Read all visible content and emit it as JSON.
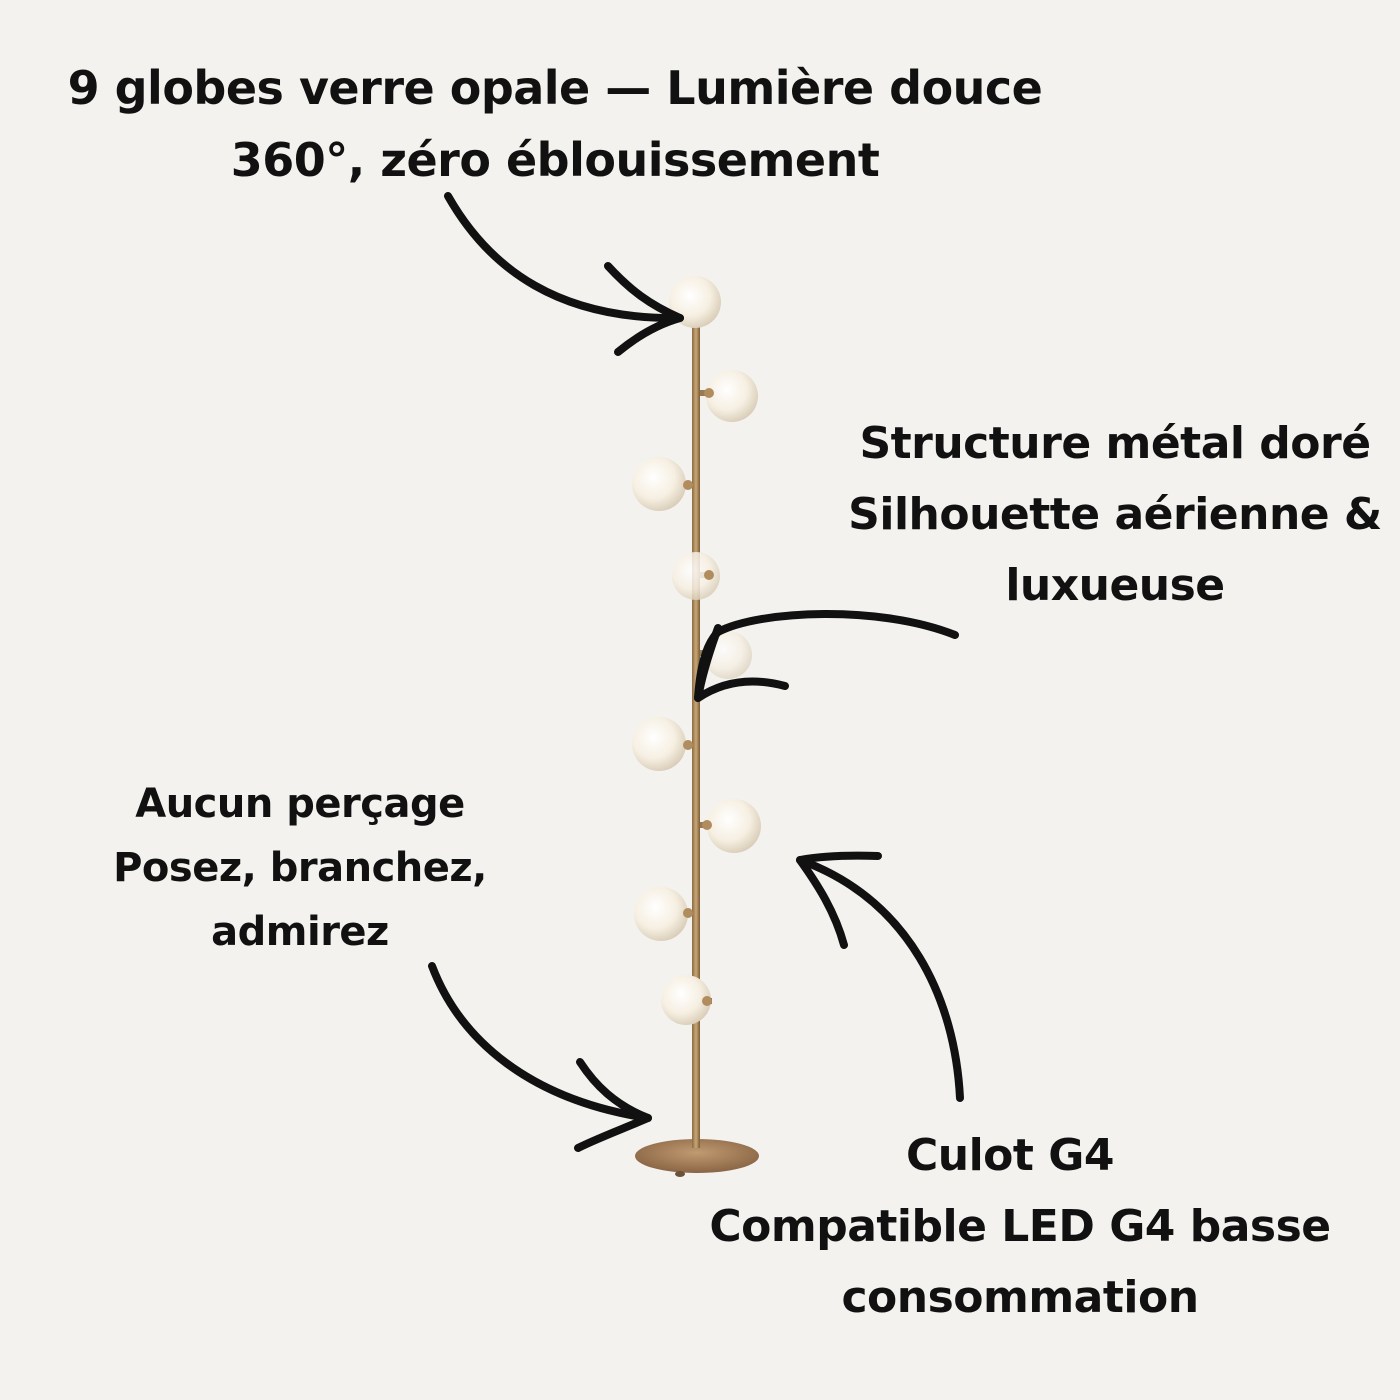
{
  "background_color": "#f3f2ef",
  "text_color": "#111111",
  "captions": {
    "globes": {
      "line1": "9 globes verre opale — Lumière douce",
      "line2": "360°, zéro éblouissement"
    },
    "structure": {
      "line1": "Structure métal doré",
      "line2": "Silhouette aérienne &",
      "line3": "luxueuse"
    },
    "drilling": {
      "line1": "Aucun perçage",
      "line2": "Posez, branchez,",
      "line3": "admirez"
    },
    "socket": {
      "line1": "Culot G4",
      "line2": "Compatible LED G4 basse",
      "line3": "consommation"
    }
  },
  "lamp": {
    "globe_count": 9,
    "metal_color": "#a8865a",
    "globe_color": "#f7f1e6"
  }
}
